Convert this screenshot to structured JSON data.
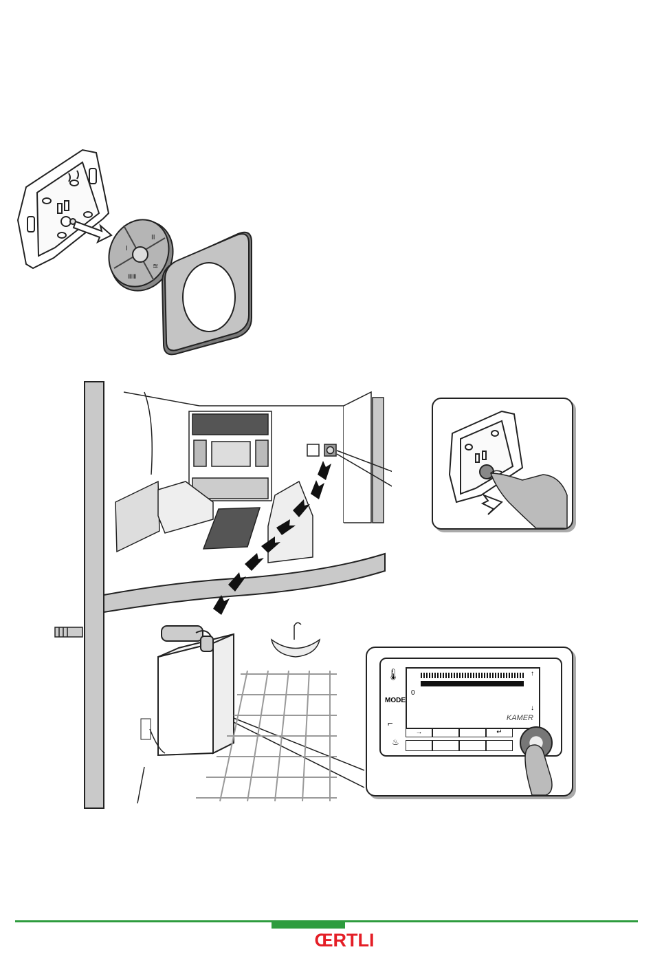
{
  "remote_symbols": {
    "top_left": "I",
    "top_right": "II",
    "bottom_left": "ⅢⅢ",
    "bottom_right": "≋"
  },
  "controller": {
    "menu_label": "MODE",
    "screen_text": "KAMER",
    "mode_indicator": "0",
    "arrow_up": "↑",
    "arrow_down": "↓"
  },
  "footer": {
    "brand": "ŒRTLI",
    "brand_color": "#e41e26",
    "line_color": "#2e9c3e"
  },
  "icons": [
    "outlet-icon",
    "thermostat-icon",
    "tap-icon",
    "faucet-icon",
    "arrow-icon",
    "hand-icon"
  ]
}
